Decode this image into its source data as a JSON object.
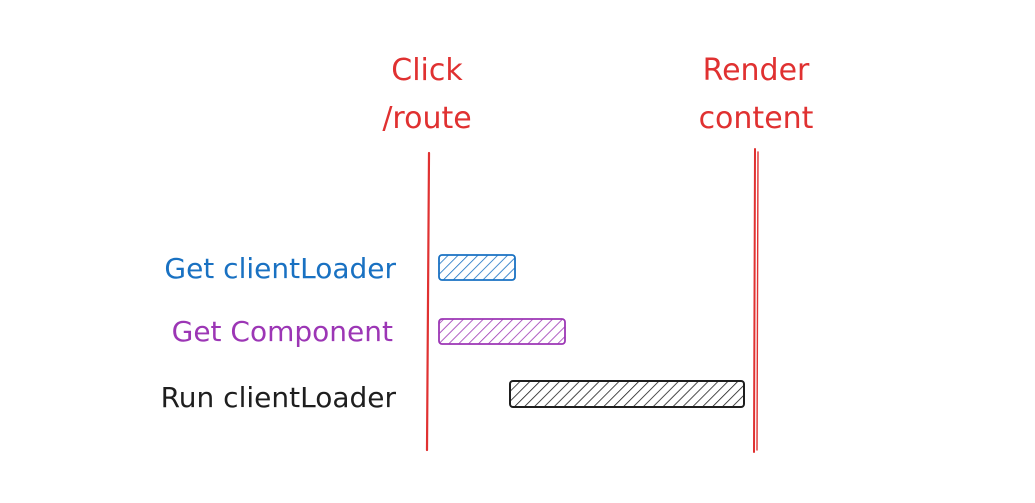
{
  "markers": [
    {
      "lines": [
        "Click",
        "/route"
      ],
      "color": "#e03131"
    },
    {
      "lines": [
        "Render",
        "content"
      ],
      "color": "#e03131"
    }
  ],
  "rows": [
    {
      "label": "Get clientLoader",
      "color": "#1971c2"
    },
    {
      "label": "Get Component",
      "color": "#9c36b5"
    },
    {
      "label": "Run clientLoader",
      "color": "#1e1e1e"
    }
  ]
}
